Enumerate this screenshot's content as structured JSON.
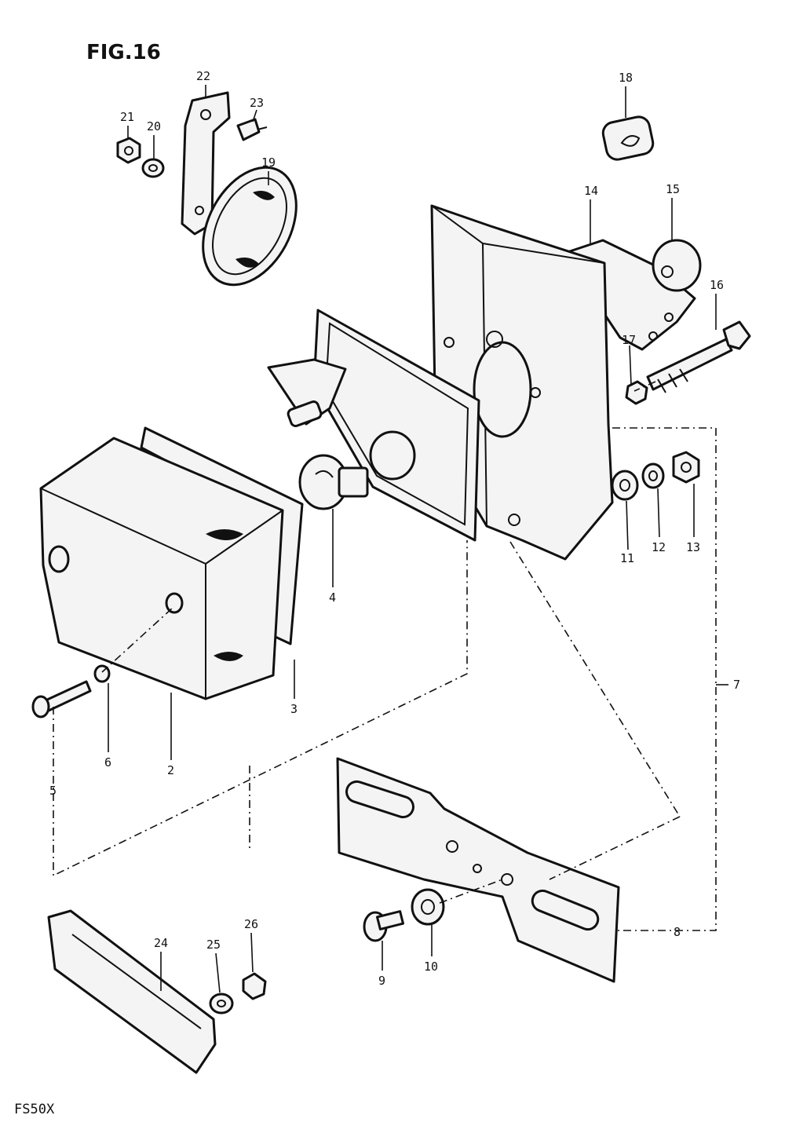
{
  "figure": {
    "title": "FIG.16",
    "model": "FS50X"
  },
  "callouts": [
    "2",
    "3",
    "4",
    "5",
    "6",
    "7",
    "8",
    "9",
    "10",
    "11",
    "12",
    "13",
    "14",
    "15",
    "16",
    "17",
    "18",
    "19",
    "20",
    "21",
    "22",
    "23",
    "24",
    "25",
    "26"
  ]
}
